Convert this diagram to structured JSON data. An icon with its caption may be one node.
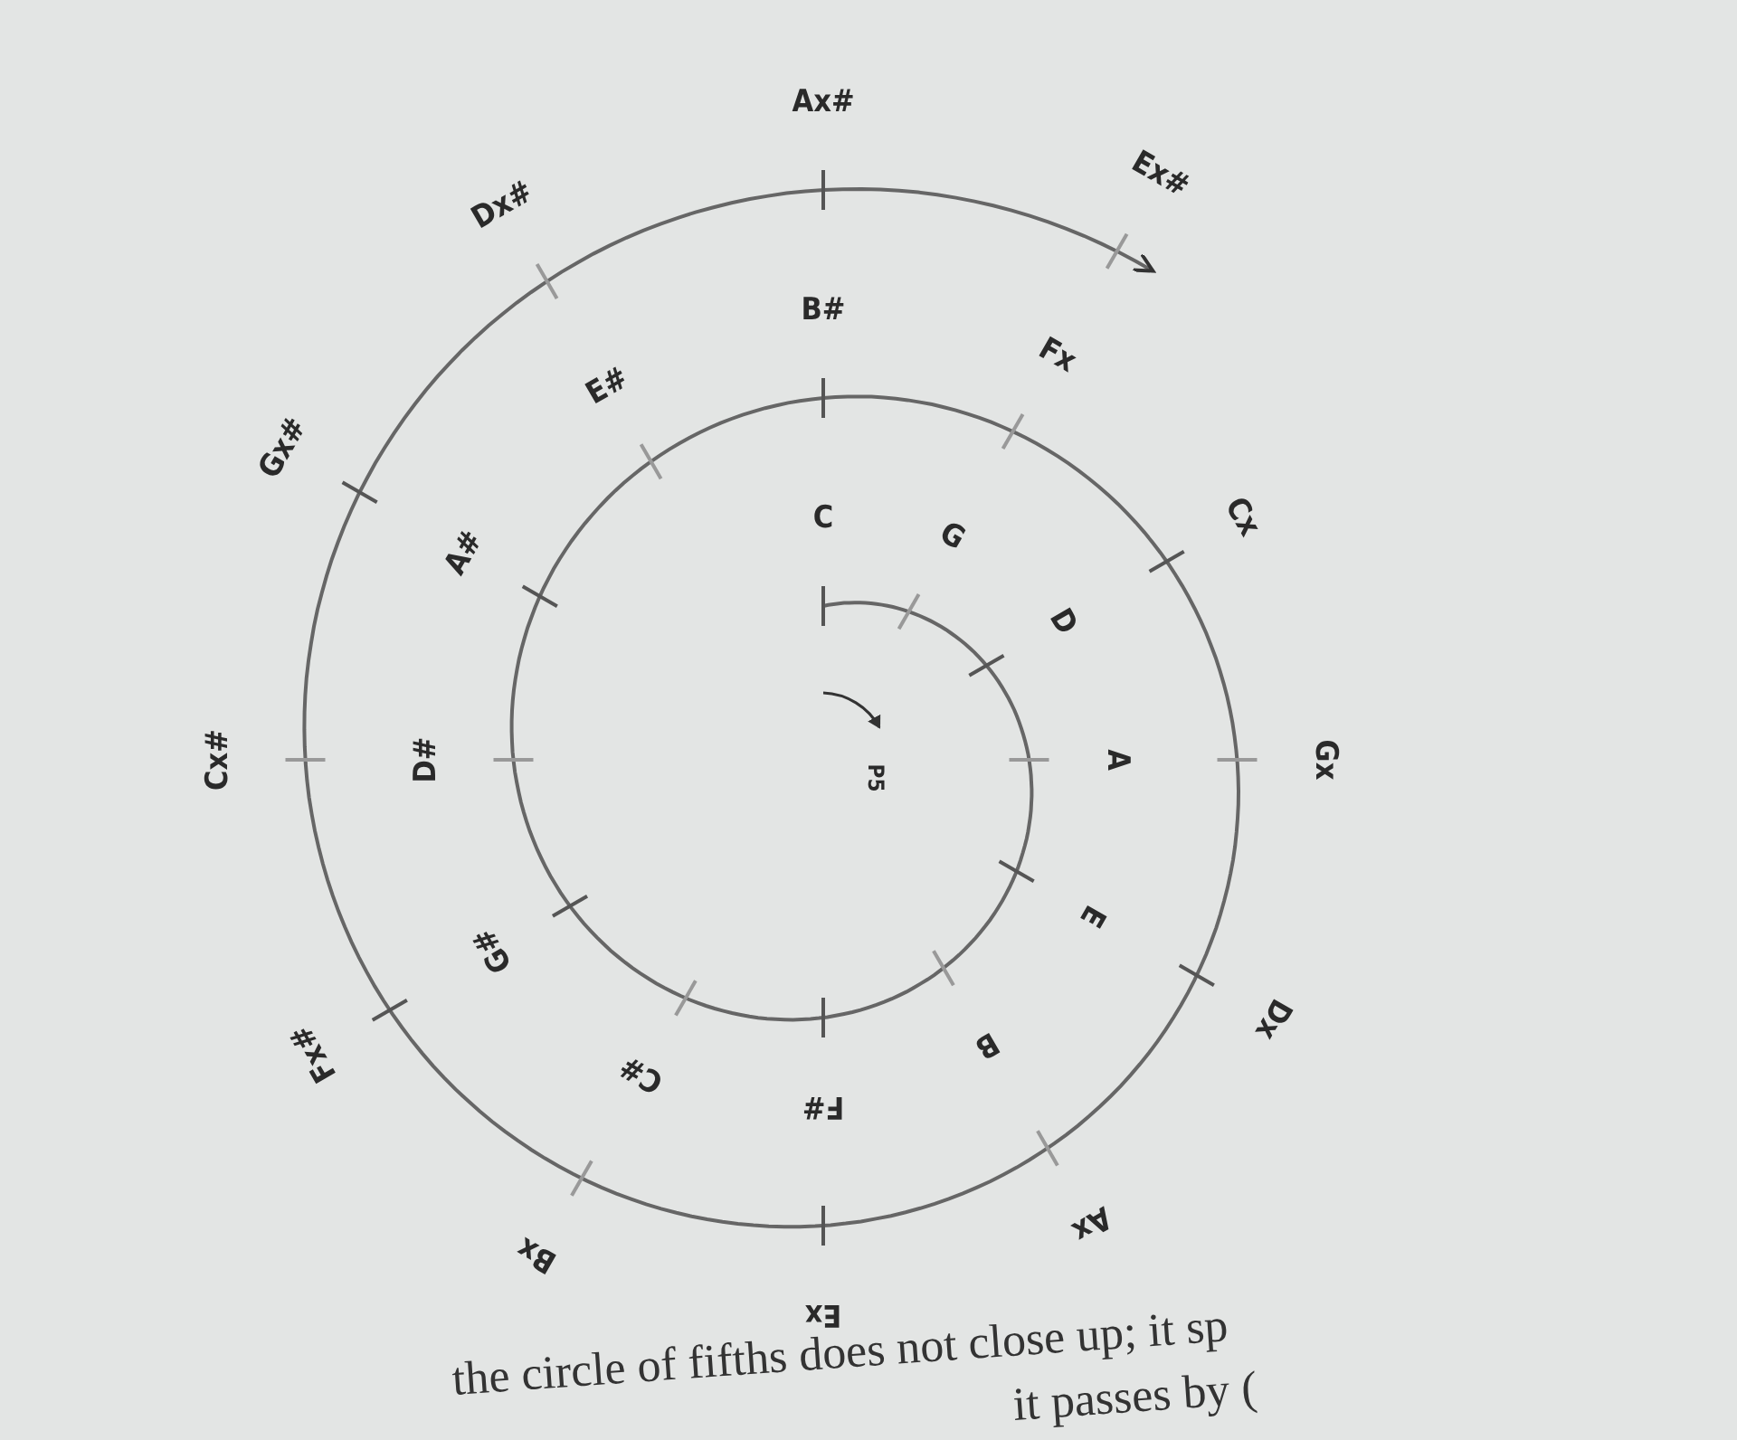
{
  "diagram": {
    "labels": [
      "C",
      "G",
      "D",
      "A",
      "E",
      "B",
      "F#",
      "C#",
      "G#",
      "D#",
      "A#",
      "E#",
      "B#",
      "Fx",
      "Cx",
      "Gx",
      "Dx",
      "Ax",
      "Ex",
      "Bx",
      "Fx#",
      "Cx#",
      "Gx#",
      "Dx#",
      "Ax#",
      "Ex#",
      "P5",
      "the circle of fifths does not close up; it sp",
      "it passes by ("
    ]
  }
}
